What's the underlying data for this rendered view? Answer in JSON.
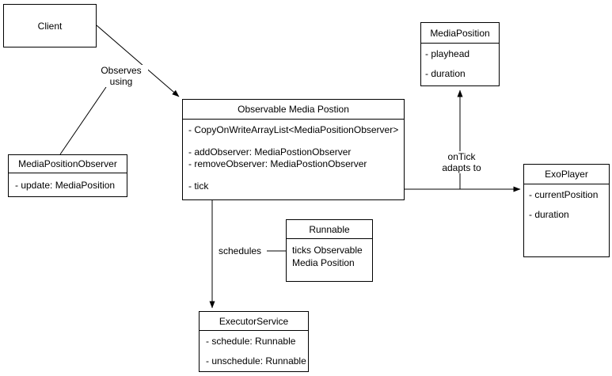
{
  "diagram": {
    "boxes": {
      "client": {
        "title": "Client"
      },
      "media_position_observer": {
        "title": "MediaPositionObserver",
        "attrs": [
          "- update: MediaPosition"
        ]
      },
      "observable_media_position": {
        "title": "Observable Media Postion",
        "attrs": [
          "- CopyOnWriteArrayList<MediaPositionObserver>",
          "- addObserver: MediaPostionObserver",
          "- removeObserver: MediaPostionObserver",
          "- tick"
        ]
      },
      "media_position": {
        "title": "MediaPosition",
        "attrs": [
          "- playhead",
          "- duration"
        ]
      },
      "exo_player": {
        "title": "ExoPlayer",
        "attrs": [
          "- currentPosition",
          "- duration"
        ]
      },
      "runnable": {
        "title": "Runnable",
        "body": "ticks Observable\nMedia Position"
      },
      "executor_service": {
        "title": "ExecutorService",
        "attrs": [
          "- schedule: Runnable",
          "- unschedule: Runnable"
        ]
      }
    },
    "edge_labels": {
      "observes_using": "Observes\nusing",
      "on_tick_adapts_to": "onTick\nadapts to",
      "schedules": "schedules"
    },
    "colors": {
      "line": "#000000",
      "text": "#000000",
      "box_background": "#ffffff",
      "page_background": "#ffffff"
    }
  }
}
